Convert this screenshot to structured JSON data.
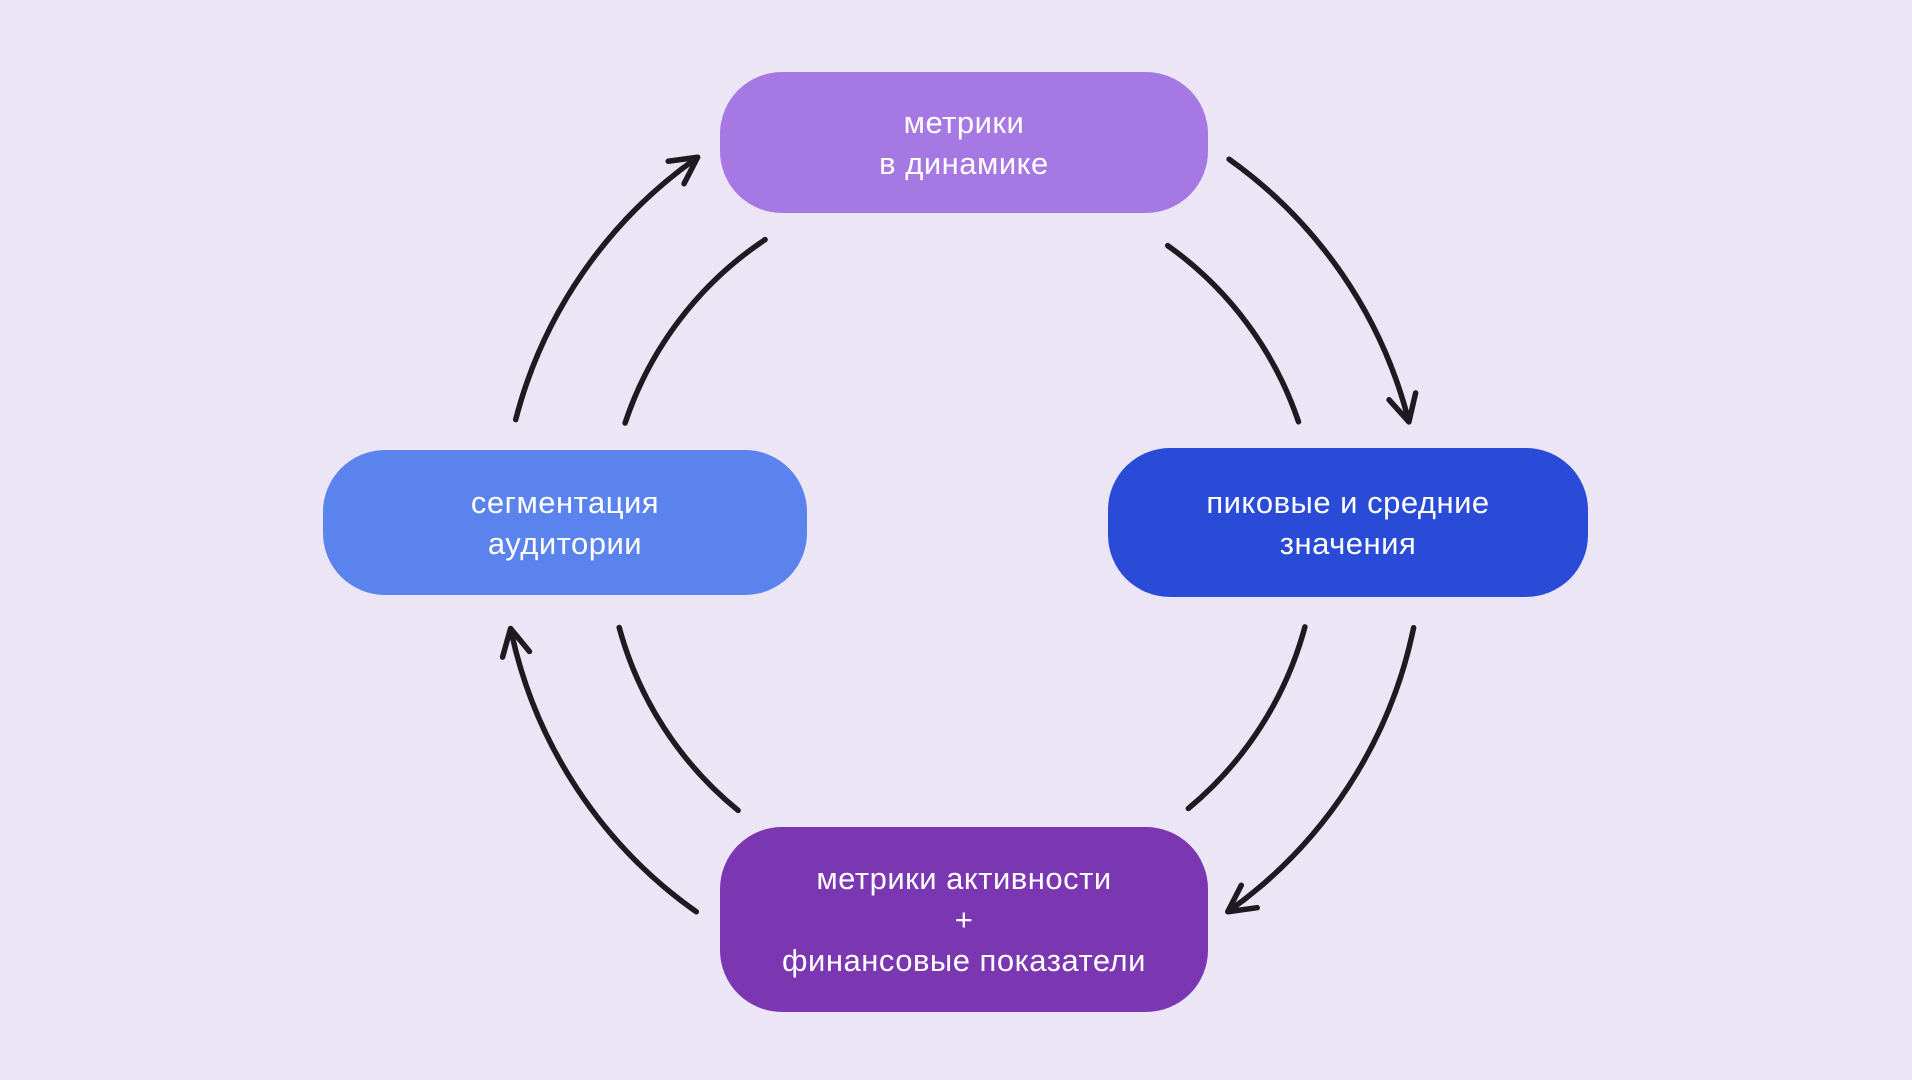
{
  "diagram": {
    "background_color": "#ebe5f5",
    "arrow_color": "#1d1b20",
    "nodes": [
      {
        "id": "metrics-dynamics",
        "position": "top",
        "color": "#a678e3",
        "lines": [
          "метрики",
          "в динамике"
        ]
      },
      {
        "id": "peak-average-values",
        "position": "right",
        "color": "#2a4bd7",
        "lines": [
          "пиковые и средние",
          "значения"
        ]
      },
      {
        "id": "activity-financial-metrics",
        "position": "bottom",
        "color": "#7b36b2",
        "lines": [
          "метрики активности",
          "+",
          "финансовые показатели"
        ]
      },
      {
        "id": "audience-segmentation",
        "position": "left",
        "color": "#5b83ee",
        "lines": [
          "сегментация",
          "аудитории"
        ]
      }
    ],
    "arrows": [
      {
        "from": "сегментация аудитории",
        "to": "метрики в динамике"
      },
      {
        "from": "метрики в динамике",
        "to": "пиковые и средние значения"
      },
      {
        "from": "пиковые и средние значения",
        "to": "метрики активности + финансовые показатели"
      },
      {
        "from": "метрики активности + финансовые показатели",
        "to": "сегментация аудитории"
      }
    ],
    "flow_direction": "clockwise"
  }
}
